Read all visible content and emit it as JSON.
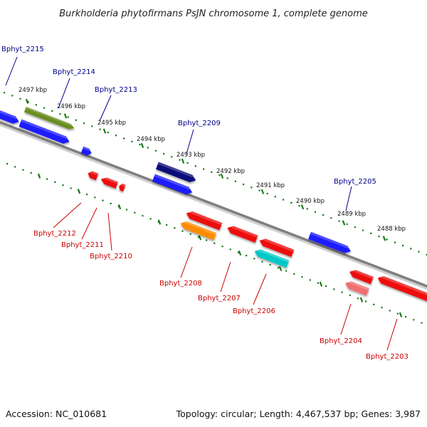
{
  "title": "Burkholderia phytofirmans PsJN chromosome 1, complete genome",
  "footer": {
    "accession": "Accession: NC_010681",
    "summary": "Topology: circular; Length: 4,467,537 bp; Genes: 3,987"
  },
  "colors": {
    "forward_label": "#00008b",
    "reverse_label": "#cc0000",
    "backbone": "#808080",
    "tick": "#1a7a1a"
  },
  "scale_marks": [
    {
      "label": "2497 kbp"
    },
    {
      "label": "2496 kbp"
    },
    {
      "label": "2495 kbp"
    },
    {
      "label": "2494 kbp"
    },
    {
      "label": "2493 kbp"
    },
    {
      "label": "2492 kbp"
    },
    {
      "label": "2491 kbp"
    },
    {
      "label": "2490 kbp"
    },
    {
      "label": "2489 kbp"
    },
    {
      "label": "2488 kbp"
    }
  ],
  "genes": [
    {
      "id": "Bphyt_2215",
      "strand": "forward",
      "color": "#1a1aff"
    },
    {
      "id": "Bphyt_2214",
      "strand": "forward",
      "color": "#6b8e23"
    },
    {
      "id": "Bphyt_2214_b",
      "strand": "forward",
      "color": "#1a1aff"
    },
    {
      "id": "Bphyt_2213",
      "strand": "forward",
      "color": "#1a1aff"
    },
    {
      "id": "Bphyt_2209",
      "strand": "forward",
      "color": "#0a0a7a"
    },
    {
      "id": "Bphyt_2209_b",
      "strand": "forward",
      "color": "#1a1aff"
    },
    {
      "id": "Bphyt_2205",
      "strand": "forward",
      "color": "#1a1aff"
    },
    {
      "id": "Bphyt_2212",
      "strand": "reverse",
      "color": "#ee1111"
    },
    {
      "id": "Bphyt_2211",
      "strand": "reverse",
      "color": "#ee1111"
    },
    {
      "id": "Bphyt_2210",
      "strand": "reverse",
      "color": "#ee1111"
    },
    {
      "id": "Bphyt_2208",
      "strand": "reverse",
      "color": "#ee1111"
    },
    {
      "id": "Bphyt_2208_b",
      "strand": "reverse",
      "color": "#ff8c00"
    },
    {
      "id": "Bphyt_2207",
      "strand": "reverse",
      "color": "#ee1111"
    },
    {
      "id": "Bphyt_2206",
      "strand": "reverse",
      "color": "#ee1111"
    },
    {
      "id": "Bphyt_2206_b",
      "strand": "reverse",
      "color": "#00c8c8"
    },
    {
      "id": "Bphyt_2204",
      "strand": "reverse",
      "color": "#ee1111"
    },
    {
      "id": "Bphyt_2204_b",
      "strand": "reverse",
      "color": "#f07070"
    },
    {
      "id": "Bphyt_2203",
      "strand": "reverse",
      "color": "#ee1111"
    }
  ],
  "labels": [
    {
      "text": "Bphyt_2215",
      "strand": "forward"
    },
    {
      "text": "Bphyt_2214",
      "strand": "forward"
    },
    {
      "text": "Bphyt_2213",
      "strand": "forward"
    },
    {
      "text": "Bphyt_2209",
      "strand": "forward"
    },
    {
      "text": "Bphyt_2205",
      "strand": "forward"
    },
    {
      "text": "Bphyt_2212",
      "strand": "reverse"
    },
    {
      "text": "Bphyt_2211",
      "strand": "reverse"
    },
    {
      "text": "Bphyt_2210",
      "strand": "reverse"
    },
    {
      "text": "Bphyt_2208",
      "strand": "reverse"
    },
    {
      "text": "Bphyt_2207",
      "strand": "reverse"
    },
    {
      "text": "Bphyt_2206",
      "strand": "reverse"
    },
    {
      "text": "Bphyt_2204",
      "strand": "reverse"
    },
    {
      "text": "Bphyt_2203",
      "strand": "reverse"
    }
  ]
}
